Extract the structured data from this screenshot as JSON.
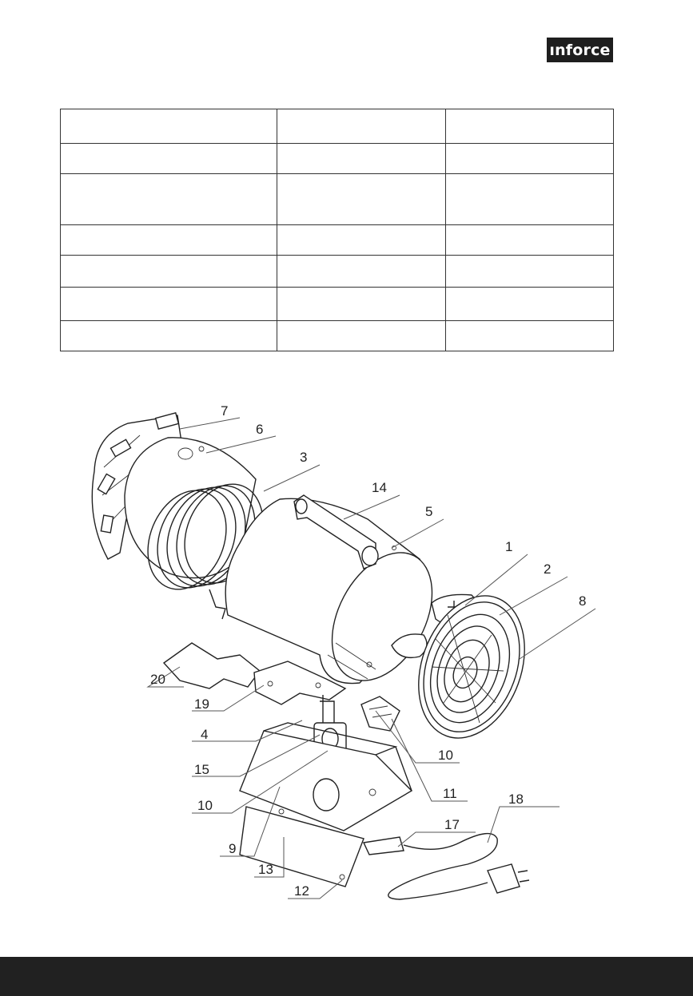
{
  "brand": {
    "logo_text": "ınforce"
  },
  "spec_table": {
    "rows": [
      [
        "",
        "",
        ""
      ],
      [
        "",
        "",
        ""
      ],
      [
        "",
        "",
        ""
      ],
      [
        "",
        "",
        ""
      ],
      [
        "",
        "",
        ""
      ],
      [
        "",
        "",
        ""
      ],
      [
        "",
        "",
        ""
      ]
    ]
  },
  "diagram": {
    "callouts": [
      "7",
      "6",
      "3",
      "14",
      "5",
      "1",
      "2",
      "8",
      "20",
      "19",
      "4",
      "15",
      "10",
      "10",
      "11",
      "9",
      "13",
      "12",
      "17",
      "18"
    ]
  },
  "colors": {
    "footer": "#212121",
    "logo_bg": "#1e1e1e"
  }
}
